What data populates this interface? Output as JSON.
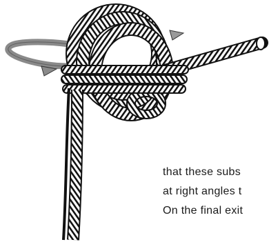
{
  "illustration": {
    "subject": "rope-knot-coil-icon",
    "arrow_color": "#8a8a8a",
    "rope_color": "#111111"
  },
  "text": {
    "lines": [
      "that these subs",
      "at right angles t",
      "On the final exit"
    ]
  }
}
